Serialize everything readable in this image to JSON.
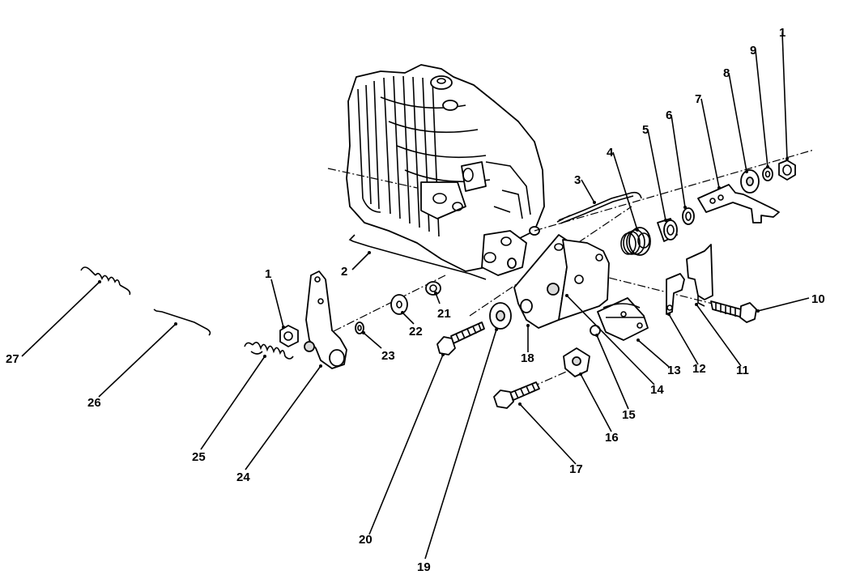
{
  "diagram": {
    "callouts": [
      {
        "id": "c1a",
        "text": "1"
      },
      {
        "id": "c9",
        "text": "9"
      },
      {
        "id": "c8",
        "text": "8"
      },
      {
        "id": "c7",
        "text": "7"
      },
      {
        "id": "c6",
        "text": "6"
      },
      {
        "id": "c5",
        "text": "5"
      },
      {
        "id": "c4",
        "text": "4"
      },
      {
        "id": "c3",
        "text": "3"
      },
      {
        "id": "c2",
        "text": "2"
      },
      {
        "id": "c10",
        "text": "10"
      },
      {
        "id": "c11",
        "text": "11"
      },
      {
        "id": "c12",
        "text": "12"
      },
      {
        "id": "c13",
        "text": "13"
      },
      {
        "id": "c14",
        "text": "14"
      },
      {
        "id": "c15",
        "text": "15"
      },
      {
        "id": "c16",
        "text": "16"
      },
      {
        "id": "c17",
        "text": "17"
      },
      {
        "id": "c18",
        "text": "18"
      },
      {
        "id": "c19",
        "text": "19"
      },
      {
        "id": "c20",
        "text": "20"
      },
      {
        "id": "c21",
        "text": "21"
      },
      {
        "id": "c22",
        "text": "22"
      },
      {
        "id": "c23",
        "text": "23"
      },
      {
        "id": "c24",
        "text": "24"
      },
      {
        "id": "c25",
        "text": "25"
      },
      {
        "id": "c26",
        "text": "26"
      },
      {
        "id": "c27",
        "text": "27"
      },
      {
        "id": "c1b",
        "text": "1"
      }
    ]
  }
}
